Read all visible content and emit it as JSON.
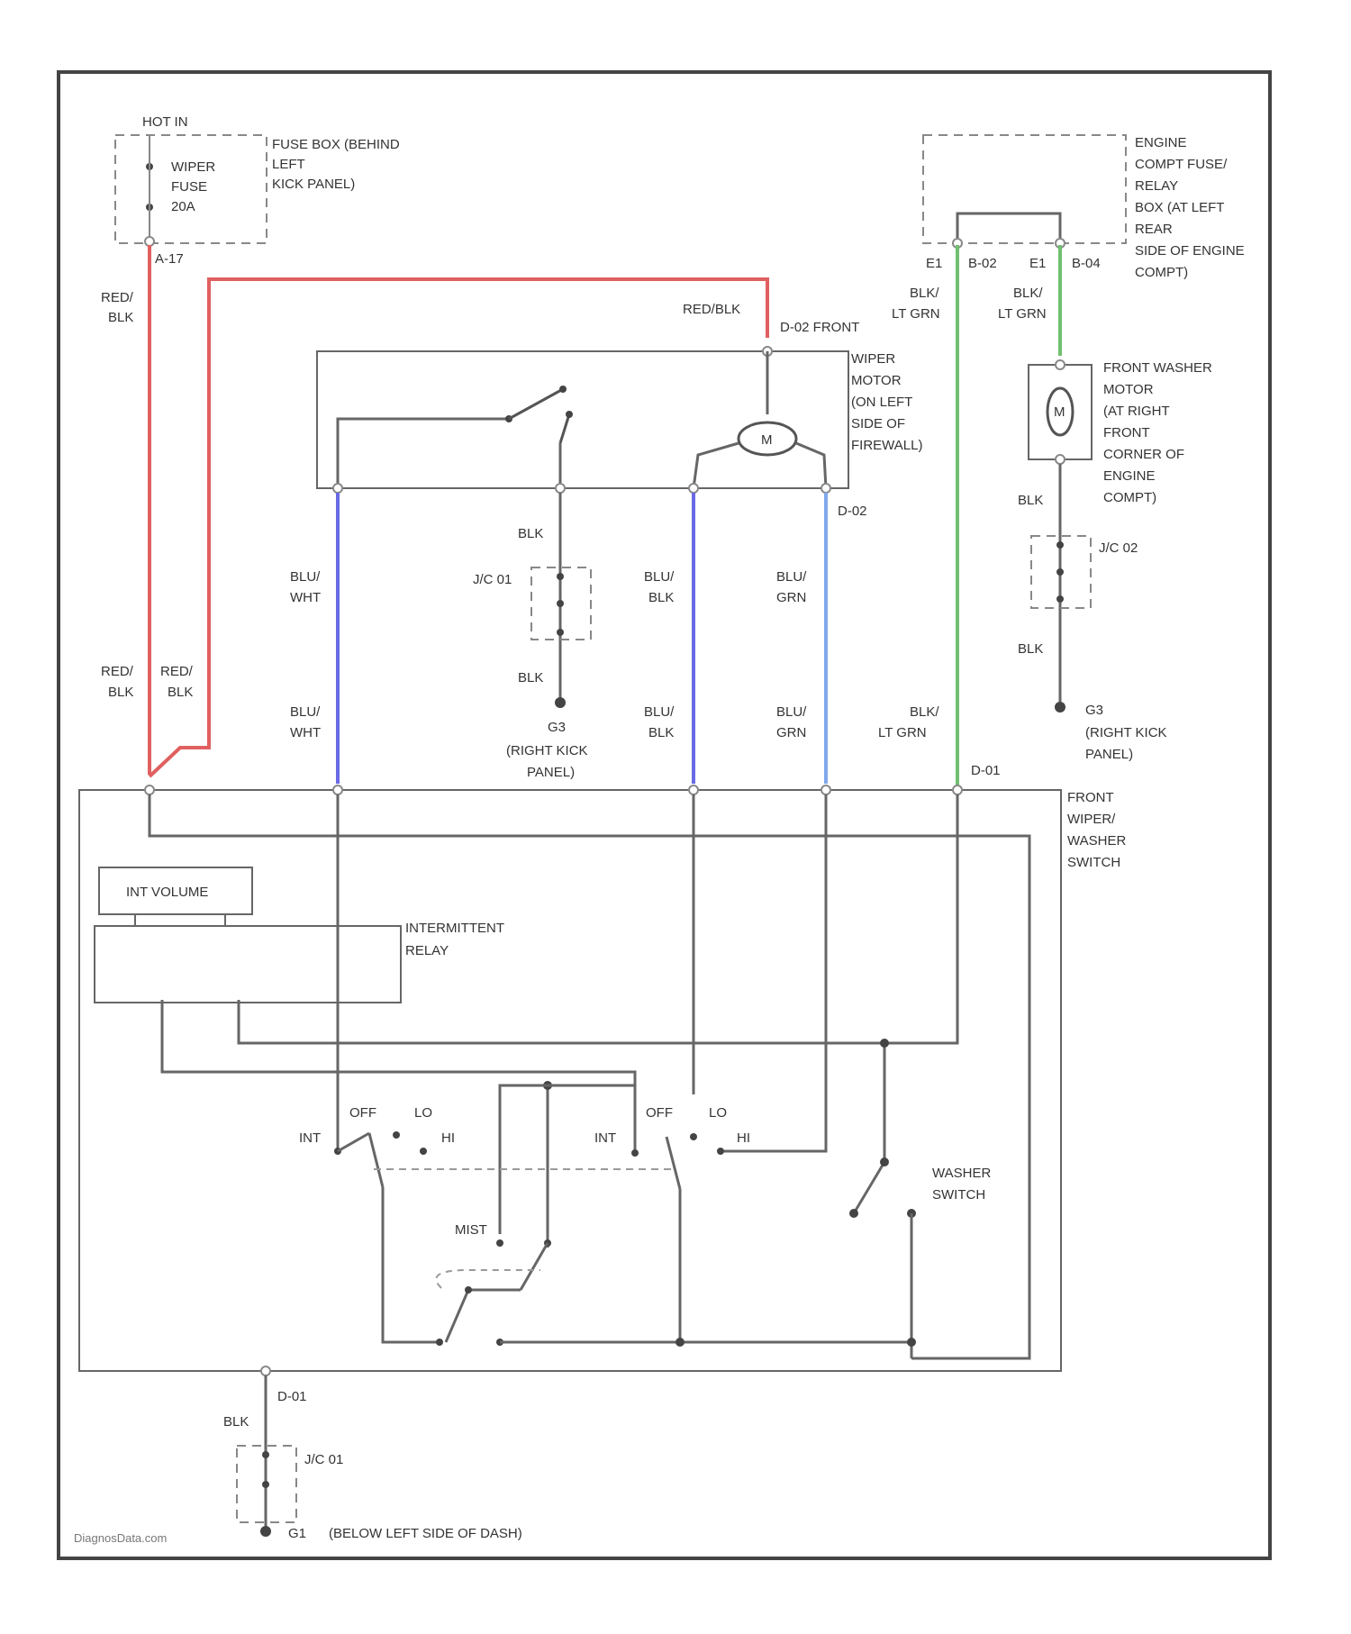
{
  "labels": {
    "hot_in": "HOT IN",
    "fuse_name": "WIPER",
    "fuse_name2": "FUSE",
    "fuse_amp": "20A",
    "fuse_box_1": "FUSE BOX (BEHIND",
    "fuse_box_2": "LEFT",
    "fuse_box_3": "KICK PANEL)",
    "fuse_pin": "A-17",
    "eng_1": "ENGINE",
    "eng_2": "COMPT FUSE/",
    "eng_3": "RELAY",
    "eng_4": "BOX (AT LEFT",
    "eng_5": "REAR",
    "eng_6": "SIDE OF ENGINE",
    "eng_7": "COMPT)",
    "eng_pin1": "E1",
    "eng_conn1": "B-02",
    "eng_pin2": "E1",
    "eng_conn2": "B-04",
    "red_blk_top_1": "RED/",
    "red_blk_top_2": "BLK",
    "red_blk_motor": "RED/BLK",
    "motor_conn": "D-02 FRONT",
    "blk_ltgrn_1": "BLK/",
    "blk_ltgrn_2": "LT GRN",
    "blk_ltgrn_3": "BLK/",
    "blk_ltgrn_4": "LT GRN",
    "wiper_motor_1": "WIPER",
    "wiper_motor_2": "MOTOR",
    "wiper_motor_3": "(ON LEFT",
    "wiper_motor_4": "SIDE OF",
    "wiper_motor_5": "FIREWALL)",
    "motor_symbol": "M",
    "washer_motor_1": "FRONT WASHER",
    "washer_motor_2": "MOTOR",
    "washer_motor_3": "(AT RIGHT",
    "washer_motor_4": "FRONT",
    "washer_motor_5": "CORNER OF",
    "washer_motor_6": "ENGINE",
    "washer_motor_7": "COMPT)",
    "washer_symbol": "M",
    "motor_bottom_conn": "D-02",
    "blk_1": "BLK",
    "blk_2": "BLK",
    "blk_3": "BLK",
    "blk_4": "BLK",
    "jc01_a": "J/C 01",
    "jc02": "J/C 02",
    "blu_wht_1": "BLU/",
    "blu_wht_2": "WHT",
    "blu_blk_1": "BLU/",
    "blu_blk_2": "BLK",
    "blu_grn_1": "BLU/",
    "blu_grn_2": "GRN",
    "red_blk_l_1": "RED/",
    "red_blk_l_2": "BLK",
    "red_blk_r_1": "RED/",
    "red_blk_r_2": "BLK",
    "blu_wht_3": "BLU/",
    "blu_wht_4": "WHT",
    "blu_blk_3": "BLU/",
    "blu_blk_4": "BLK",
    "blu_grn_3": "BLU/",
    "blu_grn_4": "GRN",
    "blk_ltgrn_5": "BLK/",
    "blk_ltgrn_6": "LT GRN",
    "g3_a": "G3",
    "g3_a_sub_1": "(RIGHT KICK",
    "g3_a_sub_2": "PANEL)",
    "g3_b": "G3",
    "g3_b_sub_1": "(RIGHT KICK",
    "g3_b_sub_2": "PANEL)",
    "switch_conn": "D-01",
    "switch_1": "FRONT",
    "switch_2": "WIPER/",
    "switch_3": "WASHER",
    "switch_4": "SWITCH",
    "int_volume": "INT VOLUME",
    "relay_1": "INTERMITTENT",
    "relay_2": "RELAY",
    "off_1": "OFF",
    "lo_1": "LO",
    "int_1": "INT",
    "hi_1": "HI",
    "off_2": "OFF",
    "lo_2": "LO",
    "int_2": "INT",
    "hi_2": "HI",
    "mist": "MIST",
    "washer_switch_1": "WASHER",
    "washer_switch_2": "SWITCH",
    "bottom_conn": "D-01",
    "bottom_blk": "BLK",
    "jc01_b": "J/C 01",
    "g1": "G1",
    "g1_sub": "(BELOW LEFT SIDE OF DASH)",
    "watermark": "DiagnosData.com"
  }
}
